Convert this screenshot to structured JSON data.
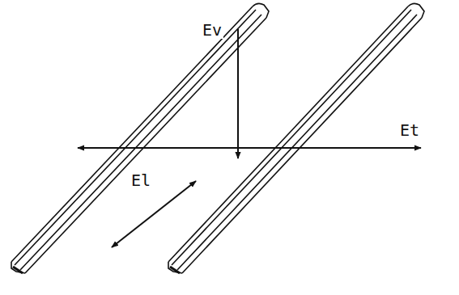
{
  "diagram": {
    "labels": [
      "Ev",
      "Et",
      "El"
    ]
  }
}
